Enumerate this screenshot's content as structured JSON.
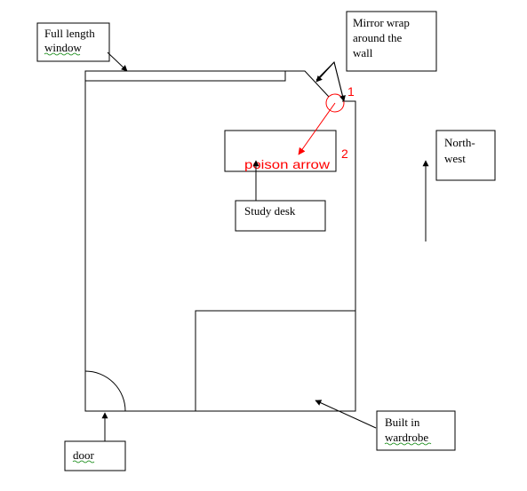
{
  "labels": {
    "window_line1": "Full length",
    "window_line2": "window",
    "mirror_line1": "Mirror wrap",
    "mirror_line2": "around the",
    "mirror_line3": "wall",
    "north_line1": "North-",
    "north_line2": "west",
    "desk": "Study desk",
    "wardrobe_line1": "Built in",
    "wardrobe_line2": "wardrobe",
    "door": "door",
    "marker_1": "1",
    "marker_2": "2",
    "poison_arrow": "poison arrow"
  },
  "colors": {
    "line": "#000000",
    "accent": "#ff0000",
    "spellcheck": "#008000"
  }
}
